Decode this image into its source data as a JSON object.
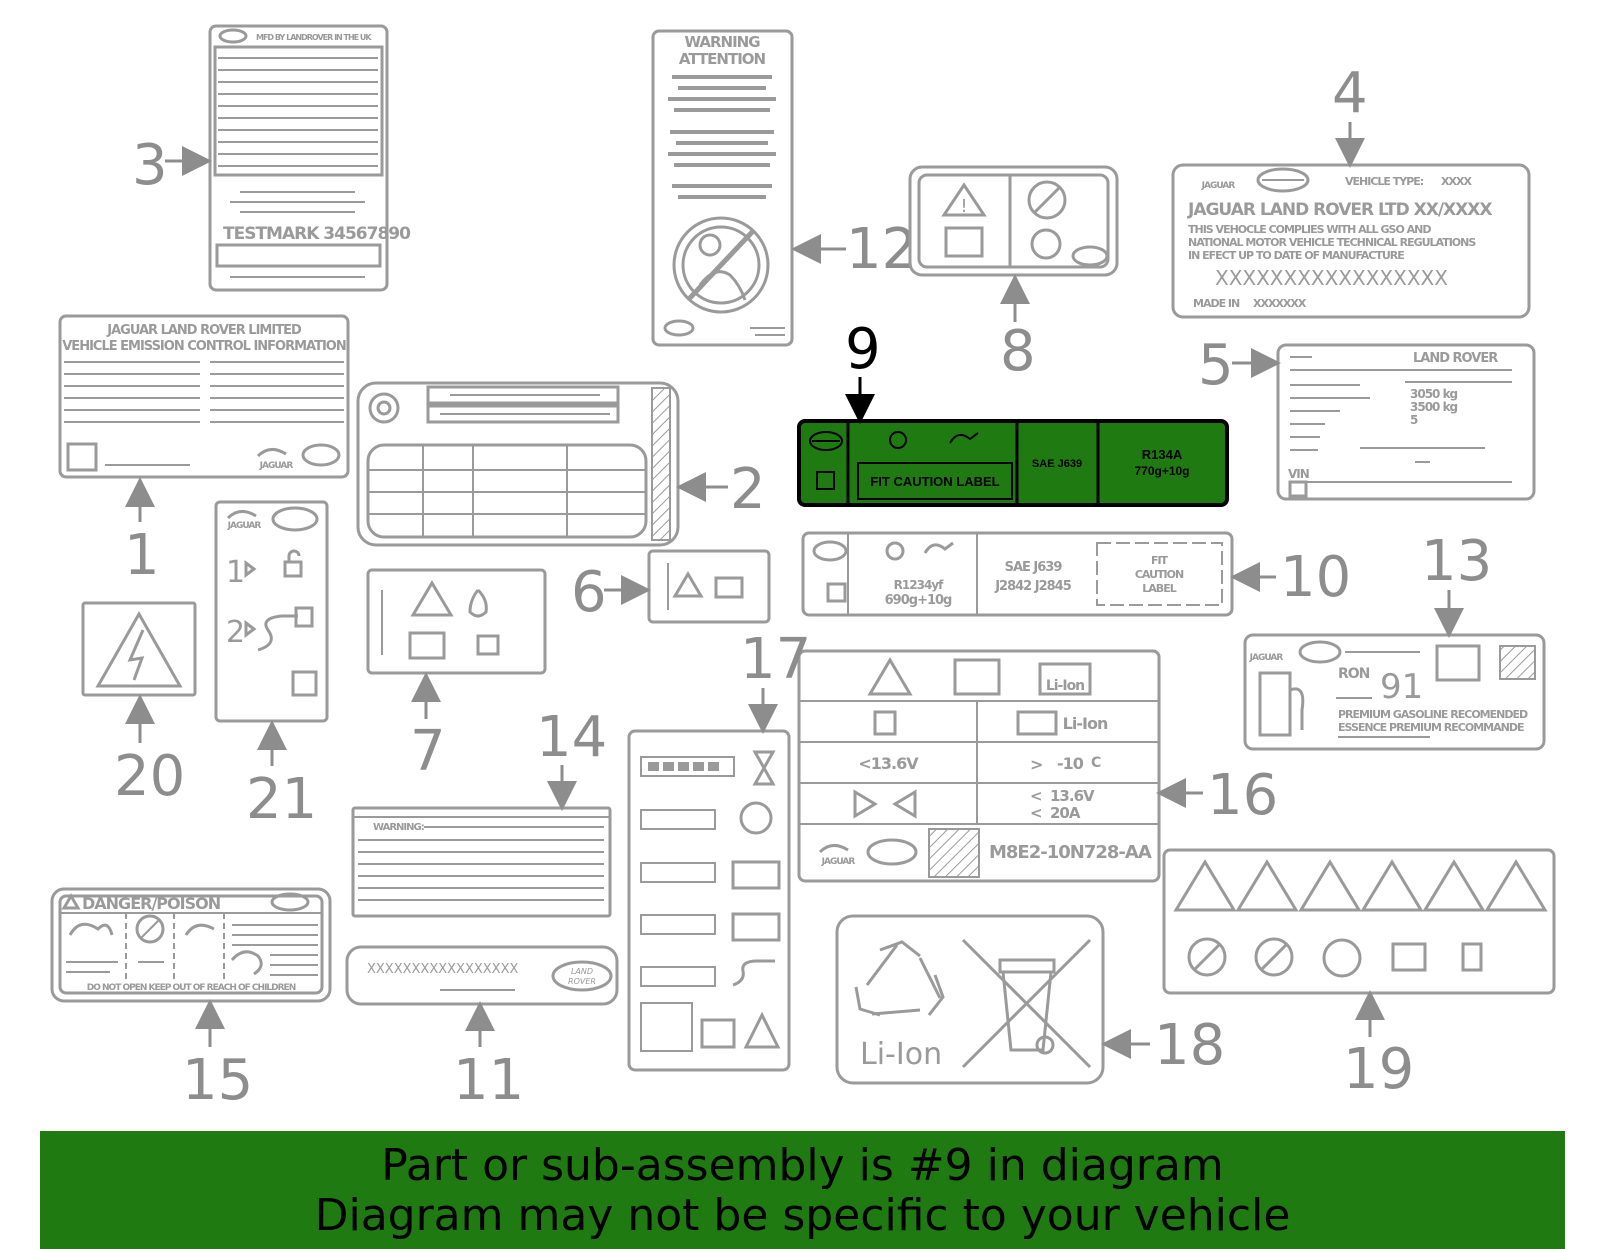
{
  "callouts": {
    "n1": "1",
    "n2": "2",
    "n3": "3",
    "n4": "4",
    "n5": "5",
    "n6": "6",
    "n7": "7",
    "n8": "8",
    "n9": "9",
    "n10": "10",
    "n11": "11",
    "n12": "12",
    "n13": "13",
    "n14": "14",
    "n15": "15",
    "n16": "16",
    "n17": "17",
    "n18": "18",
    "n19": "19",
    "n20": "20",
    "n21": "21"
  },
  "labels": {
    "label3": {
      "header": "MFD BY LANDROVER IN THE UK",
      "testmark": "TESTMARK 34567890"
    },
    "label12": {
      "line1": "WARNING",
      "line2": "ATTENTION"
    },
    "label4": {
      "vehicle_type": "VEHICLE TYPE:",
      "vehicle_type_value": "XXXX",
      "company": "JAGUAR LAND ROVER LTD XX/XXXX",
      "text1": "THIS VEHOCLE COMPLIES WITH ALL GSO AND",
      "text2": "NATIONAL MOTOR VEHICLE TECHNICAL REGULATIONS",
      "text3": "IN EFECT UP TO DATE OF MANUFACTURE",
      "vin_placeholder": "XXXXXXXXXXXXXXXXX",
      "made_in": "MADE IN",
      "made_in_value": "XXXXXXX"
    },
    "label1": {
      "line1": "JAGUAR LAND ROVER LIMITED",
      "line2": "VEHICLE EMISSION CONTROL INFORMATION",
      "brand": "JAGUAR"
    },
    "label9": {
      "caution": "FIT CAUTION LABEL",
      "sae": "SAE J639",
      "refrigerant": "R134A",
      "charge": "770g+10g"
    },
    "label5": {
      "brand": "LAND ROVER",
      "w1": "3050 kg",
      "w2": "3500 kg",
      "w3": "5",
      "vin": "VIN"
    },
    "label10": {
      "refrigerant": "R1234yf",
      "charge": "690g+10g",
      "sae": "SAE J639",
      "sae2": "J2842 J2845",
      "caution1": "FIT",
      "caution2": "CAUTION",
      "caution3": "LABEL"
    },
    "label21": {
      "brand": "JAGUAR",
      "step1": "1",
      "step2": "2"
    },
    "label13": {
      "brand": "JAGUAR",
      "ron": "RON",
      "octane": "91",
      "text1": "PREMIUM GASOLINE RECOMENDED",
      "text2": "ESSENCE PREMIUM RECOMMANDE"
    },
    "label16": {
      "liion1": "Li-Ion",
      "liion2": "Li-Ion",
      "v1": "<13.6V",
      "temp": "-10",
      "temp_unit": "C",
      "v2": "13.6V",
      "a2": "20A",
      "brand": "JAGUAR",
      "part": "M8E2-10N728-AA"
    },
    "label14": {
      "warning": "WARNING:"
    },
    "label15": {
      "title": "DANGER/POISON",
      "footer": "DO NOT OPEN KEEP OUT OF REACH OF CHILDREN"
    },
    "label11": {
      "code": "XXXXXXXXXXXXXXXXX",
      "brand1": "LAND",
      "brand2": "ROVER"
    },
    "label18": {
      "liion": "Li-Ion"
    }
  },
  "banner": {
    "line1": "Part or sub-assembly is #9 in diagram",
    "line2": "Diagram may not be specific to your vehicle",
    "color": "#1f7a12"
  },
  "highlight_color": "#1f7a12"
}
